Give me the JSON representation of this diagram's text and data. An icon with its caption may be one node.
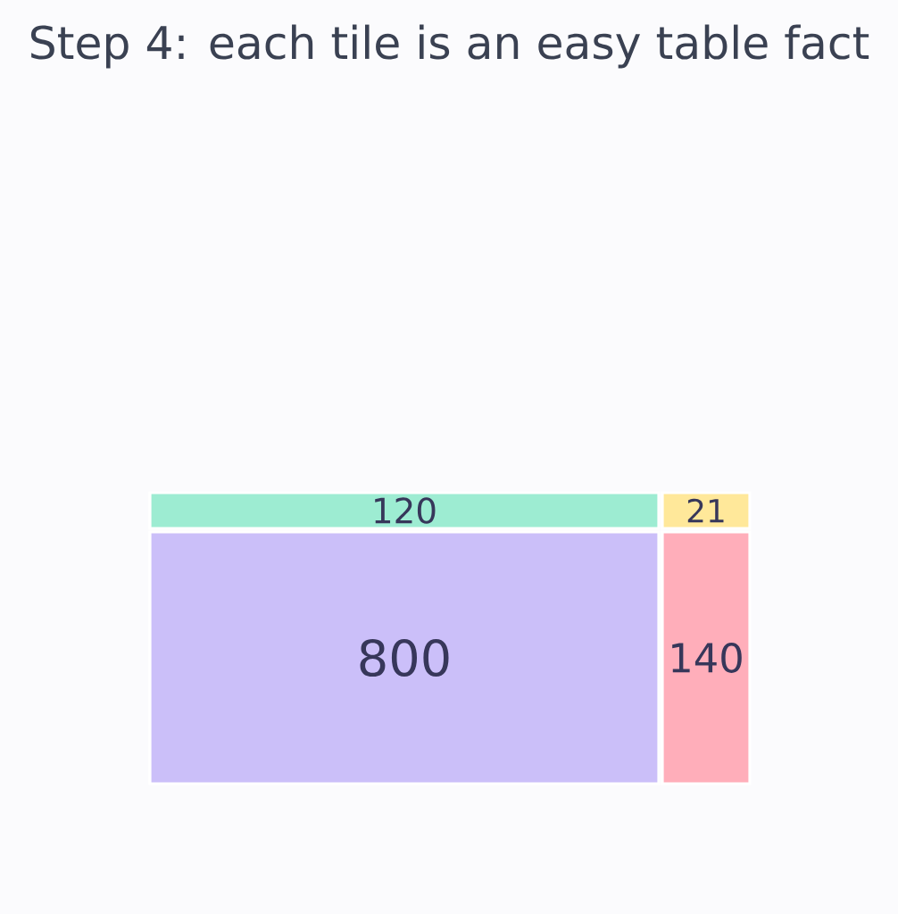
{
  "diagram": {
    "title": "Step 4: each tile is an easy table fact",
    "nodes": [
      {
        "text": [
          "120"
        ]
      },
      {
        "text": [
          "21"
        ]
      },
      {
        "text": [
          "800"
        ]
      },
      {
        "text": [
          "140"
        ]
      }
    ]
  }
}
